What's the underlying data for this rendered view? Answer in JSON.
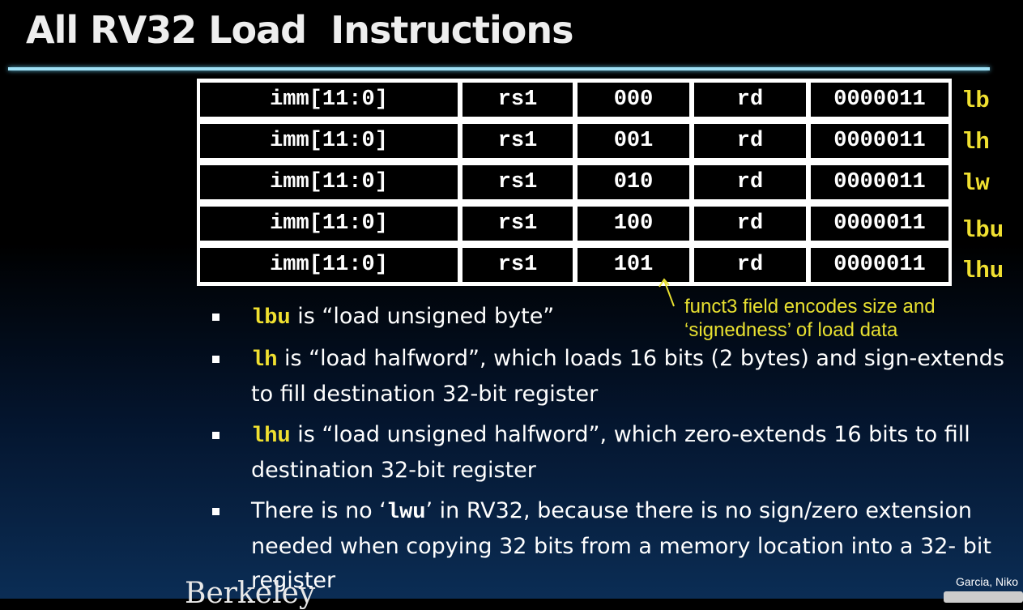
{
  "title": "All RV32 Load  Instructions",
  "table": {
    "rows": [
      {
        "imm": "imm[11:0]",
        "rs1": "rs1",
        "funct3": "000",
        "rd": "rd",
        "opcode": "0000011",
        "mnemonic": "lb"
      },
      {
        "imm": "imm[11:0]",
        "rs1": "rs1",
        "funct3": "001",
        "rd": "rd",
        "opcode": "0000011",
        "mnemonic": "lh"
      },
      {
        "imm": "imm[11:0]",
        "rs1": "rs1",
        "funct3": "010",
        "rd": "rd",
        "opcode": "0000011",
        "mnemonic": "lw"
      },
      {
        "imm": "imm[11:0]",
        "rs1": "rs1",
        "funct3": "100",
        "rd": "rd",
        "opcode": "0000011",
        "mnemonic": "lbu"
      },
      {
        "imm": "imm[11:0]",
        "rs1": "rs1",
        "funct3": "101",
        "rd": "rd",
        "opcode": "0000011",
        "mnemonic": "lhu"
      }
    ]
  },
  "callout": {
    "line1": "funct3 field encodes size and",
    "line2": "‘signedness’ of load data"
  },
  "bullets": [
    {
      "code": "lbu",
      "text": " is “load unsigned byte”"
    },
    {
      "code": "lh",
      "text": " is “load halfword”, which loads 16 bits (2 bytes) and sign-extends to fill destination 32-bit register"
    },
    {
      "code": "lhu",
      "text": " is “load unsigned halfword”, which zero-extends 16 bits to fill destination 32-bit register"
    },
    {
      "pre": "There is no ‘",
      "code": "lwu",
      "post": "’ in RV32, because there is no sign/zero extension needed when copying 32 bits from a memory location into a 32- bit register"
    }
  ],
  "footer": {
    "logo": "Berkeley",
    "credit": "Garcia, Niko"
  },
  "colors": {
    "accent_yellow": "#f0e030",
    "title_rule": "#9ee0f5"
  }
}
